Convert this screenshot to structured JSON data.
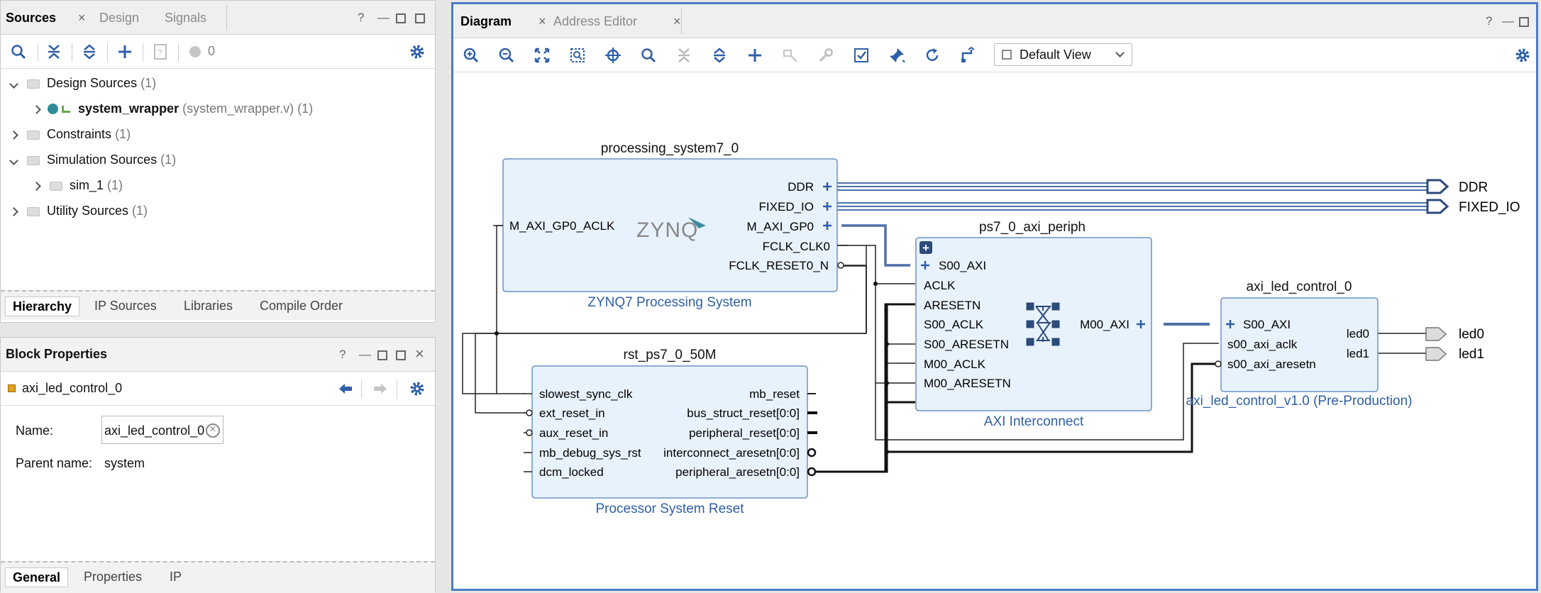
{
  "colors": {
    "accent": "#2f5fa7",
    "block_fill": "#e8f2fc",
    "block_border": "#6b93c4",
    "wire_blue": "#4f6fa8",
    "wire_black": "#000000"
  },
  "sources_panel": {
    "tabs": [
      "Sources",
      "Design",
      "Signals"
    ],
    "close_glyph": "×",
    "count": "0",
    "tree": [
      {
        "label": "Design Sources",
        "count": "(1)"
      },
      {
        "label": "system_wrapper",
        "detail": "(system_wrapper.v)",
        "count": "(1)"
      },
      {
        "label": "Constraints",
        "count": "(1)"
      },
      {
        "label": "Simulation Sources",
        "count": "(1)"
      },
      {
        "label": "sim_1",
        "count": "(1)"
      },
      {
        "label": "Utility Sources",
        "count": "(1)"
      }
    ],
    "bottom_tabs": [
      "Hierarchy",
      "IP Sources",
      "Libraries",
      "Compile Order"
    ]
  },
  "block_properties": {
    "title": "Block Properties",
    "selected": "axi_led_control_0",
    "name_label": "Name:",
    "name_value": "axi_led_control_0",
    "parent_label": "Parent name:",
    "parent_value": "system",
    "bottom_tabs": [
      "General",
      "Properties",
      "IP"
    ]
  },
  "diagram_panel": {
    "tabs": [
      "Diagram",
      "Address Editor"
    ],
    "view_select": "Default View"
  },
  "diagram": {
    "ps7": {
      "instance": "processing_system7_0",
      "subtitle": "ZYNQ7 Processing System",
      "logo": "ZYNQ",
      "left_port": "M_AXI_GP0_ACLK",
      "right_ports": [
        "DDR",
        "FIXED_IO",
        "M_AXI_GP0",
        "FCLK_CLK0",
        "FCLK_RESET0_N"
      ]
    },
    "interconnect": {
      "instance": "ps7_0_axi_periph",
      "subtitle": "AXI Interconnect",
      "left_ports": [
        "S00_AXI",
        "ACLK",
        "ARESETN",
        "S00_ACLK",
        "S00_ARESETN",
        "M00_ACLK",
        "M00_ARESETN"
      ],
      "right_port": "M00_AXI"
    },
    "led": {
      "instance": "axi_led_control_0",
      "subtitle": "axi_led_control_v1.0 (Pre-Production)",
      "left_ports": [
        "S00_AXI",
        "s00_axi_aclk",
        "s00_axi_aresetn"
      ],
      "right_ports": [
        "led0",
        "led1"
      ]
    },
    "reset": {
      "instance": "rst_ps7_0_50M",
      "subtitle": "Processor System Reset",
      "left_ports": [
        "slowest_sync_clk",
        "ext_reset_in",
        "aux_reset_in",
        "mb_debug_sys_rst",
        "dcm_locked"
      ],
      "right_ports": [
        "mb_reset",
        "bus_struct_reset[0:0]",
        "peripheral_reset[0:0]",
        "interconnect_aresetn[0:0]",
        "peripheral_aresetn[0:0]"
      ]
    },
    "external_ports": [
      "DDR",
      "FIXED_IO",
      "led0",
      "led1"
    ]
  }
}
